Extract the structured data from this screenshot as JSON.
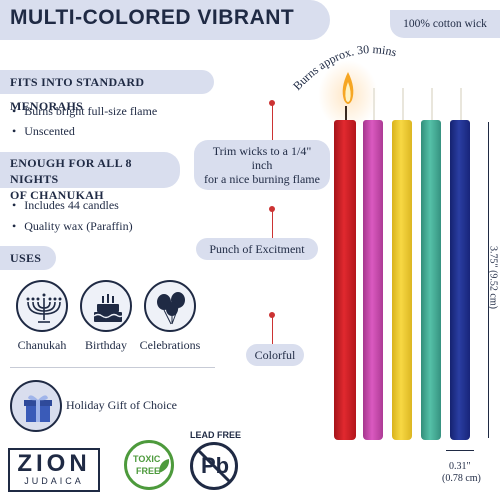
{
  "title": "MULTI-COLORED VIBRANT",
  "sections": {
    "fits": {
      "heading": "FITS INTO STANDARD MENORAHS",
      "bullets": [
        "Burns bright full-size flame",
        "Unscented"
      ]
    },
    "nights": {
      "heading_line1": "ENOUGH FOR ALL 8 NIGHTS",
      "heading_line2": "OF CHANUKAH",
      "bullets": [
        "Includes 44 candles",
        "Quality wax (Paraffin)"
      ]
    },
    "uses": {
      "heading": "USES",
      "items": [
        {
          "label": "Chanukah",
          "icon": "menorah-icon"
        },
        {
          "label": "Birthday",
          "icon": "cake-icon"
        },
        {
          "label": "Celebrations",
          "icon": "balloons-icon"
        }
      ]
    }
  },
  "gift": {
    "label": "Holiday Gift of Choice",
    "icon": "gift-icon"
  },
  "brand": {
    "name": "ZION",
    "sub": "JUDAICA"
  },
  "badges": {
    "toxic_free_line1": "TOXIC",
    "toxic_free_line2": "FREE",
    "lead_free": "LEAD FREE",
    "pb": "Pb"
  },
  "callouts": {
    "cotton_wick": "100% cotton wick",
    "burns": "Burns approx. 30 mins",
    "trim_line1": "Trim wicks to a 1/4\" inch",
    "trim_line2": "for a nice burning flame",
    "excitement": "Punch of Excitment",
    "colorful": "Colorful"
  },
  "measurements": {
    "height": "3.75\" (9.52 cm)",
    "width_in": "0.31\"",
    "width_cm": "(0.78 cm)"
  },
  "colors": {
    "accent_bg": "#d9deee",
    "navy": "#1f2a44",
    "candle_red": "#d21f26",
    "candle_pink": "#d04ab5",
    "candle_yellow": "#f3cf2e",
    "candle_teal": "#45b29a",
    "candle_blue": "#1e2f8a"
  }
}
